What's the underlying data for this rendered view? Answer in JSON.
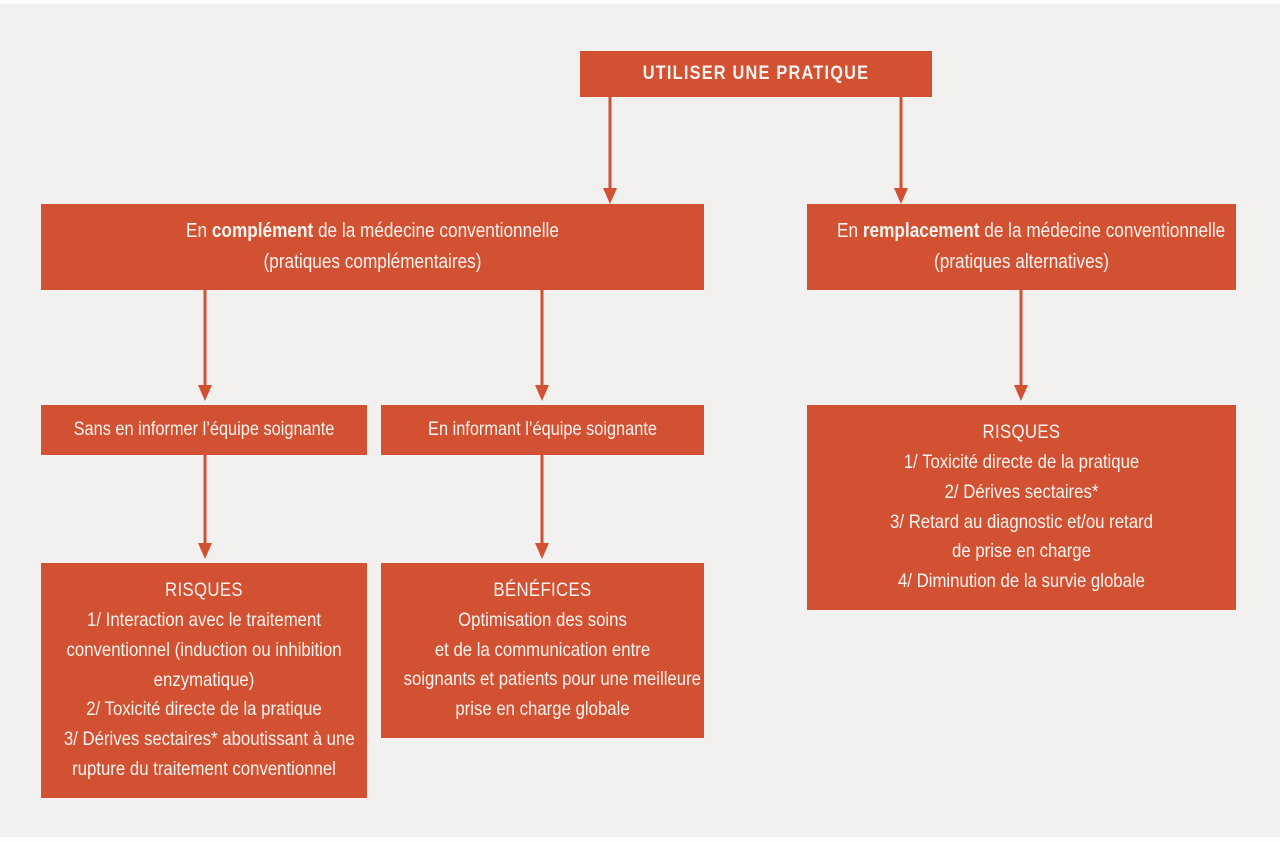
{
  "diagram": {
    "colors": {
      "node_fill": "#D35133",
      "arrow": "#D35133",
      "text": "#F8F4EF",
      "background": "#F2F1F0"
    },
    "nodes": {
      "root": {
        "label": "UTILISER UNE PRATIQUE"
      },
      "complement": {
        "prefix": "En ",
        "bold": "complément",
        "suffix": " de la médecine conventionnelle",
        "line2": "(pratiques complémentaires)"
      },
      "remplacement": {
        "prefix": "En ",
        "bold": "remplacement",
        "suffix": " de la médecine conventionnelle",
        "line2": "(pratiques alternatives)"
      },
      "sans_informer": {
        "label": "Sans en informer l’équipe soignante"
      },
      "en_informant": {
        "label": "En informant l’équipe soignante"
      },
      "risques_complement": {
        "title": "RISQUES",
        "lines": [
          "1/ Interaction avec le traitement",
          "conventionnel (induction ou inhibition",
          "enzymatique)",
          "2/ Toxicité directe de la pratique",
          "3/ Dérives sectaires* aboutissant à une",
          "rupture du traitement conventionnel"
        ]
      },
      "benefices": {
        "title": "BÉNÉFICES",
        "lines": [
          "Optimisation des soins",
          "et de la communication entre",
          "soignants et patients pour une meilleure",
          "prise en charge globale"
        ]
      },
      "risques_remplacement": {
        "title": "RISQUES",
        "lines": [
          "1/ Toxicité directe de la pratique",
          "2/ Dérives sectaires*",
          "3/ Retard au diagnostic et/ou retard",
          "de prise en charge",
          "4/ Diminution de la survie globale"
        ]
      }
    }
  }
}
